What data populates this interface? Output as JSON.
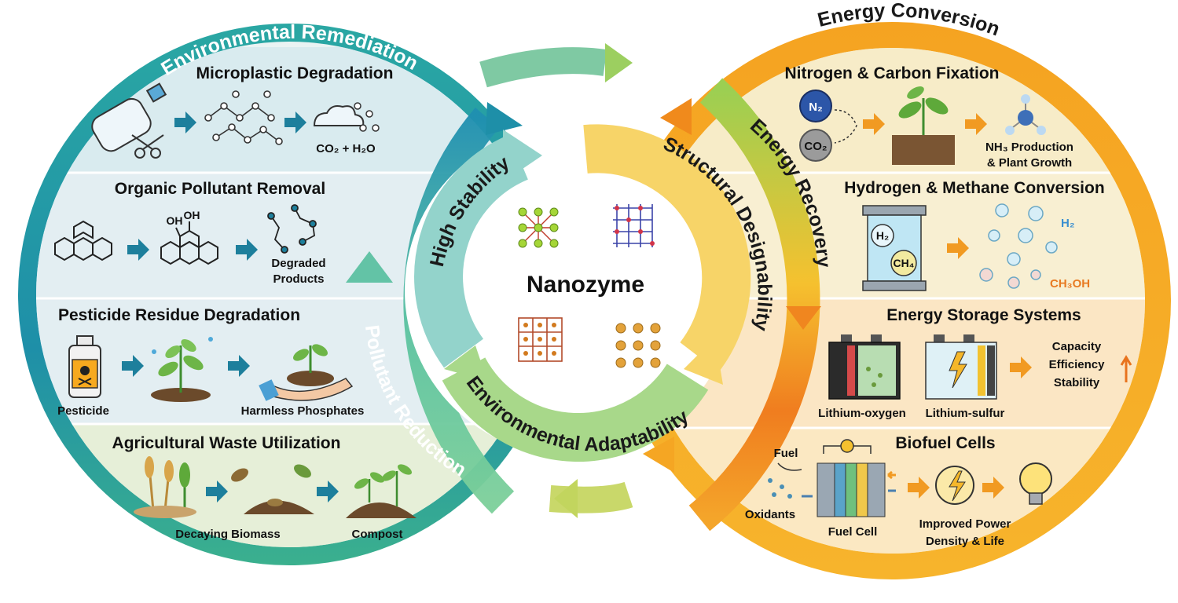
{
  "center": {
    "label": "Nanozyme"
  },
  "inner_ring": {
    "top_left": "High Stability",
    "top_right": "Structural Designability",
    "bottom": "Environmental Adaptability"
  },
  "left_circle": {
    "ring_title": "Environmental Remediation",
    "arc_label": "Pollutant Reduction",
    "panels": [
      {
        "title": "Microplastic Degradation",
        "product": "CO₂ + H₂O"
      },
      {
        "title": "Organic Pollutant Removal",
        "product_line1": "Degraded",
        "product_line2": "Products",
        "oh1": "OH",
        "oh2": "OH"
      },
      {
        "title": "Pesticide Residue Degradation",
        "input": "Pesticide",
        "output": "Harmless Phosphates"
      },
      {
        "title": "Agricultural Waste Utilization",
        "mid": "Decaying Biomass",
        "output": "Compost"
      }
    ]
  },
  "right_circle": {
    "ring_title": "Energy Conversion",
    "arc_label": "Energy Recovery",
    "panels": [
      {
        "title": "Nitrogen & Carbon Fixation",
        "n2": "N₂",
        "co2": "CO₂",
        "out_line1": "NH₃ Production",
        "out_line2": "& Plant Growth"
      },
      {
        "title": "Hydrogen & Methane Conversion",
        "h2": "H₂",
        "ch4": "CH₄",
        "h2_out": "H₂",
        "ch3oh": "CH₃OH"
      },
      {
        "title": "Energy Storage Systems",
        "batt1": "Lithium-oxygen",
        "batt2": "Lithium-sulfur",
        "m1": "Capacity",
        "m2": "Efficiency",
        "m3": "Stability"
      },
      {
        "title": "Biofuel Cells",
        "fuel": "Fuel",
        "oxidants": "Oxidants",
        "cell": "Fuel Cell",
        "out_line1": "Improved Power",
        "out_line2": "Density & Life"
      }
    ]
  },
  "colors": {
    "teal": "#1e9c9a",
    "orange": "#f5a623",
    "green": "#8cc63f",
    "yellow": "#f7d35a"
  }
}
